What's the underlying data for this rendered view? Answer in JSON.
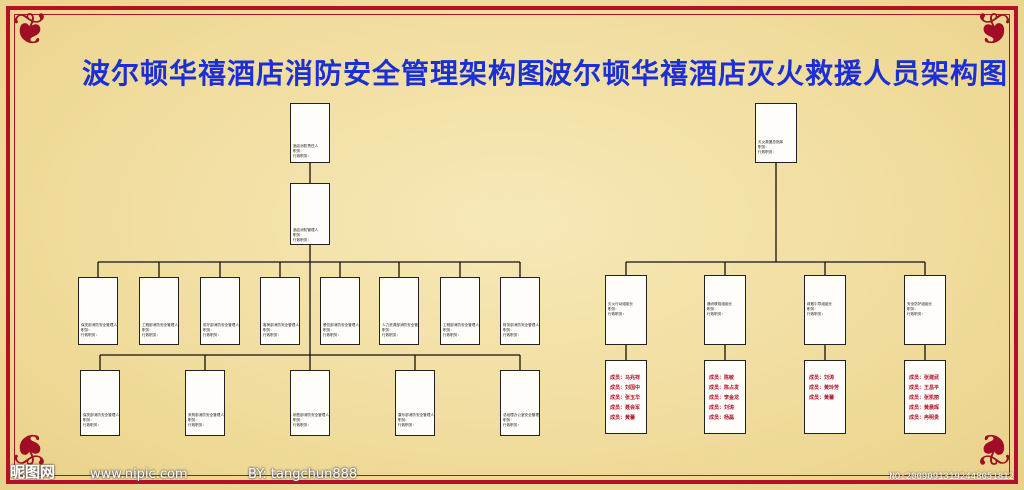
{
  "titles": {
    "left": "波尔顿华禧酒店消防安全管理架构图",
    "right": "波尔顿华禧酒店灭火救援人员架构图"
  },
  "colors": {
    "frame": "#b3112a",
    "title": "#1b2fd6",
    "background": "#f2dfa0",
    "member_text": "#b3112a"
  },
  "left_chart": {
    "top": [
      "酒店消防责任人",
      "职务：",
      "行政职务："
    ],
    "second": [
      "酒店消防管理人",
      "职务：",
      "行政职务："
    ],
    "row1": [
      [
        "保安部消防安全管理人",
        "职务：",
        "行政职务："
      ],
      [
        "工程部消防安全管理人",
        "职务：",
        "行政职务："
      ],
      [
        "前厅部消防安全管理人",
        "职务：",
        "行政职务："
      ],
      [
        "客房部消防安全管理人",
        "职务：",
        "行政职务："
      ],
      [
        "餐饮部消防安全管理人",
        "职务：",
        "行政职务："
      ],
      [
        "人力资源部消防安全管理人",
        "职务：",
        "行政职务："
      ],
      [
        "工程部消防安全管理人",
        "职务：",
        "行政职务："
      ],
      [
        "财务部消防安全管理人",
        "职务：",
        "行政职务："
      ]
    ],
    "row2": [
      [
        "保安部消防安全管理人",
        "职务：",
        "行政职务："
      ],
      [
        "采购部消防安全管理人",
        "职务：",
        "行政职务："
      ],
      [
        "销售部消防安全管理人",
        "职务：",
        "行政职务："
      ],
      [
        "康乐部消防安全管理人",
        "职务：",
        "行政职务："
      ],
      [
        "总经理办公室安全管理人",
        "职务：",
        "行政职务："
      ]
    ]
  },
  "right_chart": {
    "top": [
      "灭火救援总指挥",
      "职务：",
      "行政职务："
    ],
    "groups": [
      {
        "lines": [
          "灭火行动组组长",
          "职务：",
          "行政职务："
        ],
        "members": [
          "成员：马兆祥",
          "成员：刘国中",
          "成员：张玉华",
          "成员：聂会军",
          "成员：黄蕾"
        ]
      },
      {
        "lines": [
          "通讯联络组组长",
          "职务：",
          "行政职务："
        ],
        "members": [
          "成员：陈敏",
          "成员：陈占发",
          "成员：李金龙",
          "成员：刘涛",
          "成员：杨磊"
        ]
      },
      {
        "lines": [
          "疏散引导组组长",
          "职务：",
          "行政职务："
        ],
        "members": [
          "成员：刘涛",
          "成员：黄玲芳",
          "成员：黄蕾"
        ]
      },
      {
        "lines": [
          "安全防护组组长",
          "职务：",
          "行政职务："
        ],
        "members": [
          "成员：张建武",
          "成员：王昌平",
          "成员：张凯丽",
          "成员：黄晨晖",
          "成员：冉明贵"
        ]
      }
    ]
  },
  "watermark": {
    "logo": "昵图网",
    "site": "www.nipic.com",
    "author": "BY: tangchun888",
    "id": "NO:20090913192448051812"
  }
}
